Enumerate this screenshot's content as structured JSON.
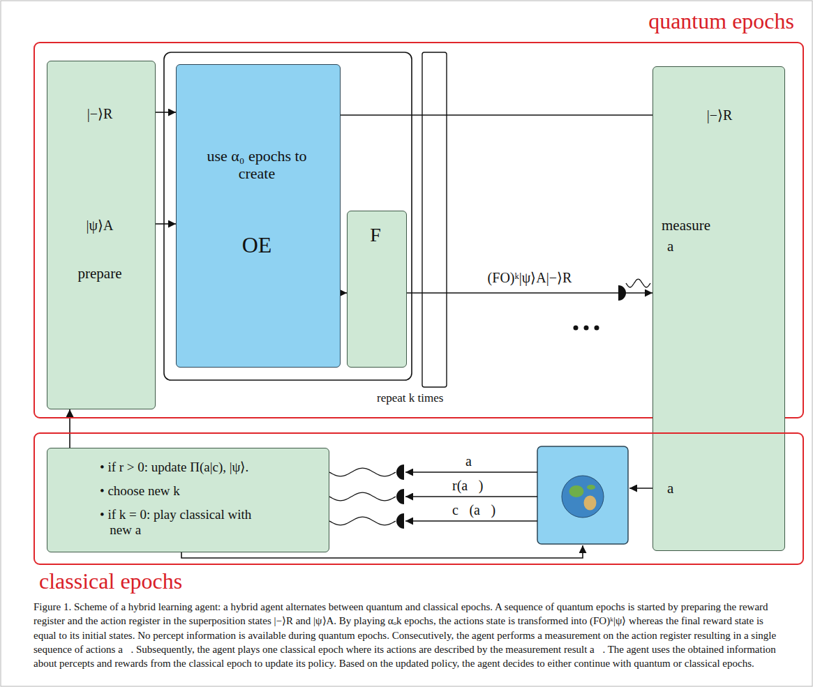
{
  "diagram": {
    "caption": "Figure 1. Scheme of a hybrid learning agent: a hybrid agent alternates between quantum and classical epochs. A sequence of quantum epochs is started by preparing the reward register and the action register in the superposition states |−⟩R and |ψ⟩A. By playing αₒk epochs, the actions state is transformed into (FO)ᵏ|ψ⟩ whereas the final reward state is equal to its initial states. No percept information is available during quantum epochs. Consecutively, the agent performs a measurement on the action register resulting in a single sequence of actions a⃗. Subsequently, the agent plays one classical epoch where its actions are described by the measurement result a⃗. The agent uses the obtained information about percepts and rewards from the classical epoch to update its policy. Based on the updated policy, the agent decides to either continue with quantum or classical epochs.",
    "nodes": [
      {
        "text": [
          "quantum epochs"
        ]
      },
      {
        "text": [
          "|−⟩R",
          "|ψ⟩A",
          "prepare"
        ],
        "in": 0
      },
      {
        "text": [
          "use α₀ epochs to create",
          "OE"
        ],
        "in": 0
      },
      {
        "text": [
          "F"
        ],
        "in": 0
      },
      {
        "text": [
          "|−⟩R",
          "measure",
          "a⃗",
          "a⃗"
        ]
      },
      {
        "text": [
          "classical epochs"
        ]
      },
      {
        "text": [
          "• if r > 0: update Π(a|c), |ψ⟩.",
          "• choose new k",
          "• if k = 0: play classical with new a⃗"
        ],
        "in": 5
      }
    ],
    "edges": [
      {
        "from": 1,
        "to": 2,
        "arrow": "to"
      },
      {
        "from": 1,
        "to": 2,
        "arrow": "to"
      },
      {
        "from": 2,
        "to": 3,
        "arrow": "to"
      },
      {
        "from": 2,
        "to": 4,
        "arrow": "none"
      },
      {
        "from": 3,
        "to": 4,
        "label": "(FO)ᵏ|ψ⟩A|−⟩R",
        "arrow": "to"
      },
      {
        "from": 6,
        "to": 1,
        "arrow": "to"
      }
    ],
    "labels": [
      "repeat k times",
      "a⃗",
      "r(a⃗)",
      "c⃗(a⃗)"
    ]
  }
}
